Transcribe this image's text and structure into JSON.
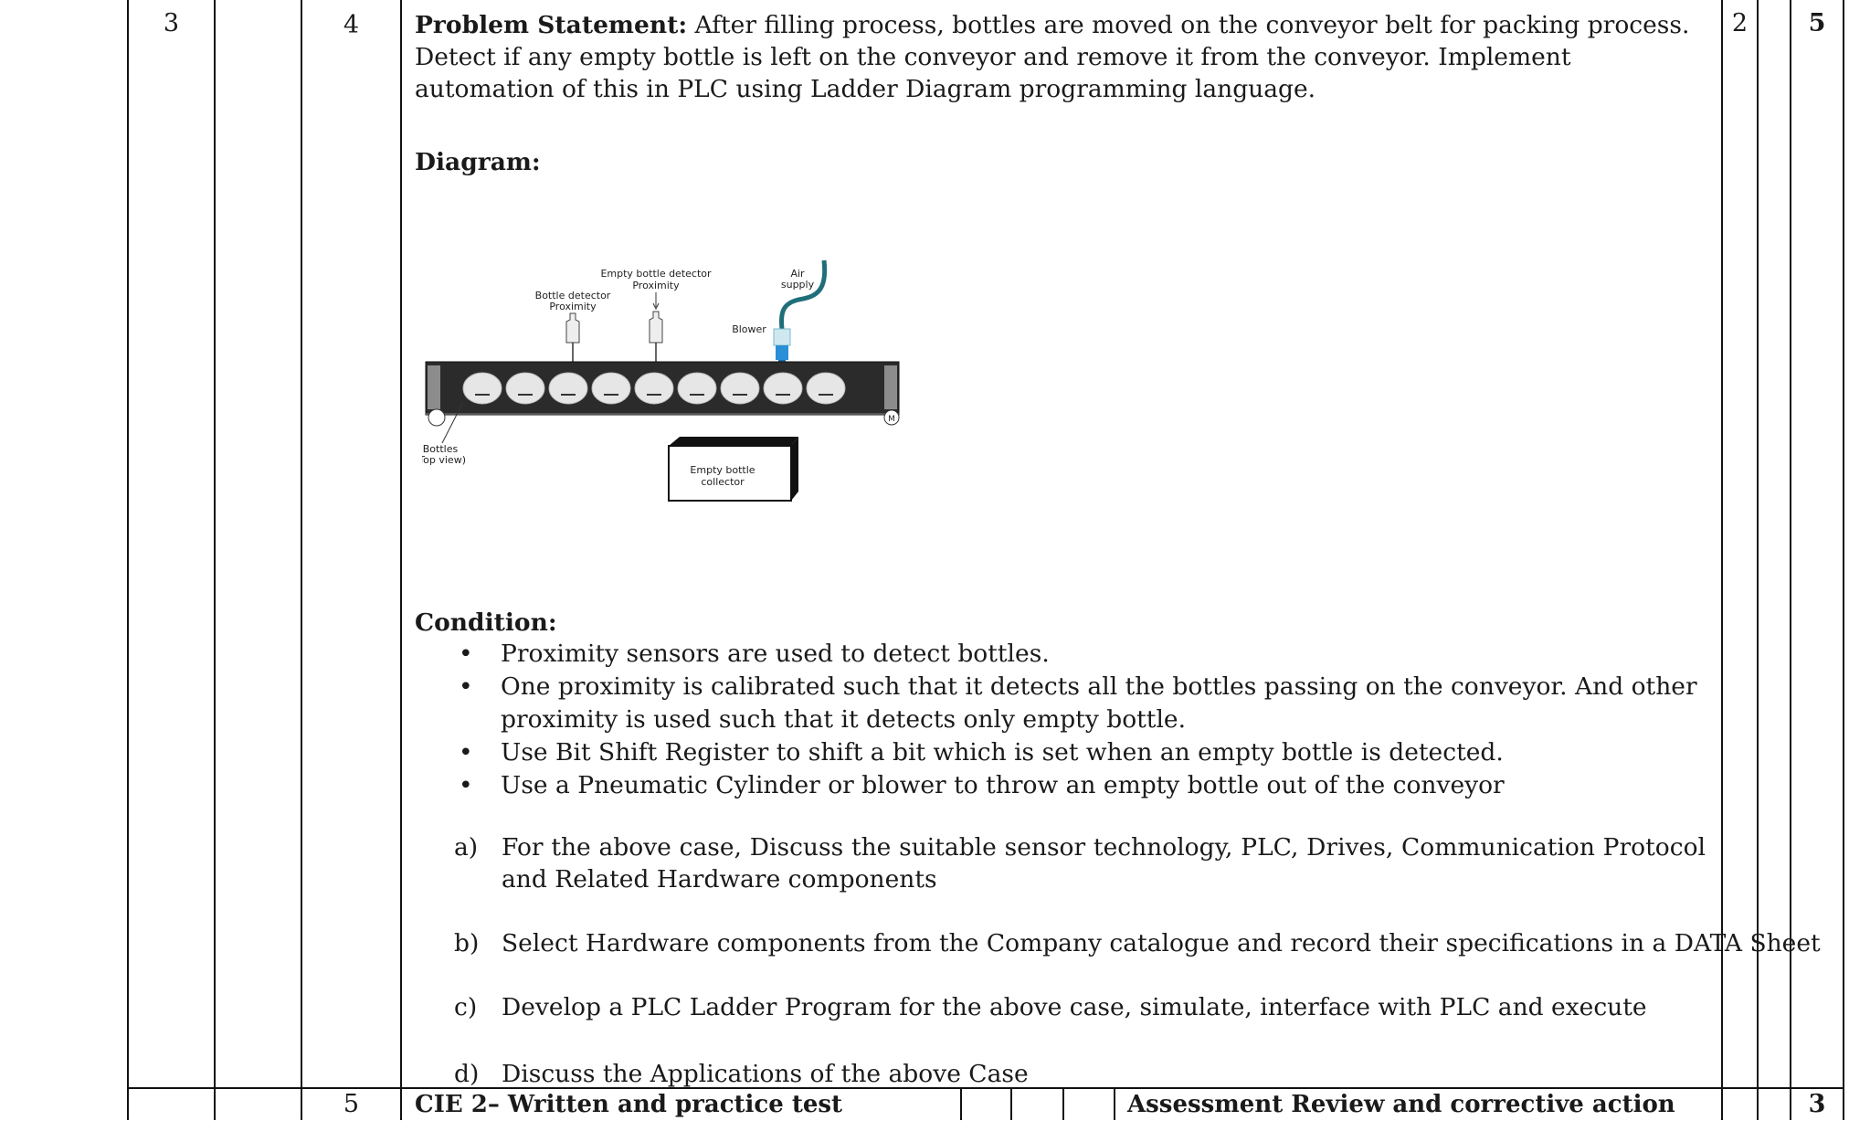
{
  "row_main": {
    "col_sl": "3",
    "col_week": "4",
    "problem_label": "Problem Statement:",
    "problem_text": " After filling process, bottles are moved on the conveyor belt for packing process. Detect if any empty bottle is left on the conveyor and remove it from the conveyor. Implement automation of this in PLC using Ladder Diagram programming language.",
    "diagram_label": "Diagram:",
    "diagram": {
      "bottle_detector": "Bottle detector",
      "proximity": "Proximity",
      "empty_detector": "Empty bottle detector",
      "air_supply_1": "Air",
      "air_supply_2": "supply",
      "blower": "Blower",
      "bottles_1": "Bottles",
      "bottles_2": "(Top view)",
      "collector_1": "Empty bottle",
      "collector_2": "collector",
      "motor": "M"
    },
    "condition_label": "Condition:",
    "conditions": [
      "Proximity sensors are used to detect bottles.",
      "One proximity is calibrated such that it detects all the bottles passing on the conveyor. And other proximity is used such that it detects only empty bottle.",
      "Use Bit Shift Register to shift a bit which is set when an empty bottle is detected.",
      "Use a Pneumatic Cylinder or blower to throw an empty bottle out of the conveyor"
    ],
    "tasks": [
      {
        "label": "a)",
        "text": "For the above case, Discuss the suitable sensor technology, PLC, Drives, Communication Protocol and Related Hardware components"
      },
      {
        "label": "b)",
        "text": "Select Hardware components from the Company catalogue and record their specifications in a DATA Sheet"
      },
      {
        "label": "c)",
        "text": "Develop a PLC Ladder Program for the above case, simulate, interface with PLC and execute"
      },
      {
        "label": "d)",
        "text": "Discuss the Applications of the above Case"
      }
    ],
    "col_hours": "2",
    "col_total": "5"
  },
  "row_bottom": {
    "col_week": "5",
    "activity": "CIE 2– Written and practice test",
    "review": "Assessment Review and corrective action",
    "col_total": "3"
  }
}
